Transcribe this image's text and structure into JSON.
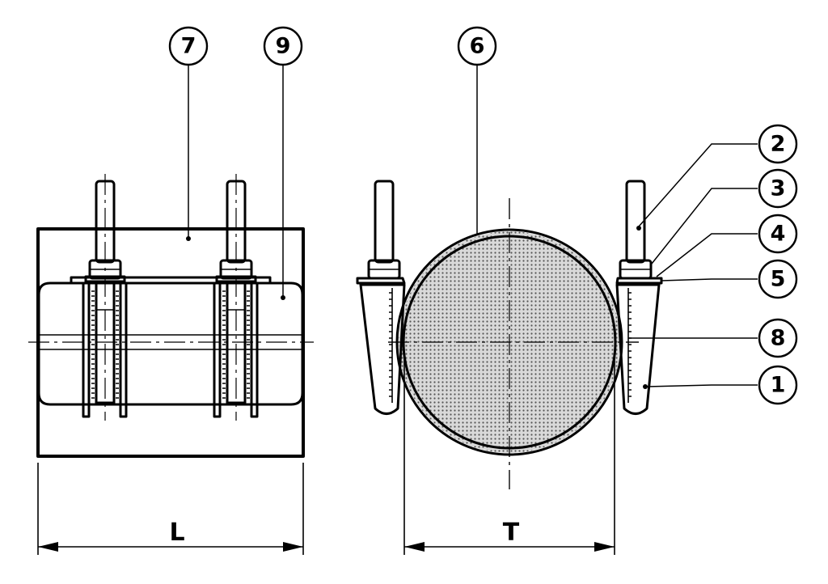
{
  "balloons": {
    "b7": "7",
    "b9": "9",
    "b6": "6",
    "b2": "2",
    "b3": "3",
    "b4": "4",
    "b5": "5",
    "b8": "8",
    "b1": "1"
  },
  "dimensions": {
    "length": "L",
    "diameter": "T"
  }
}
